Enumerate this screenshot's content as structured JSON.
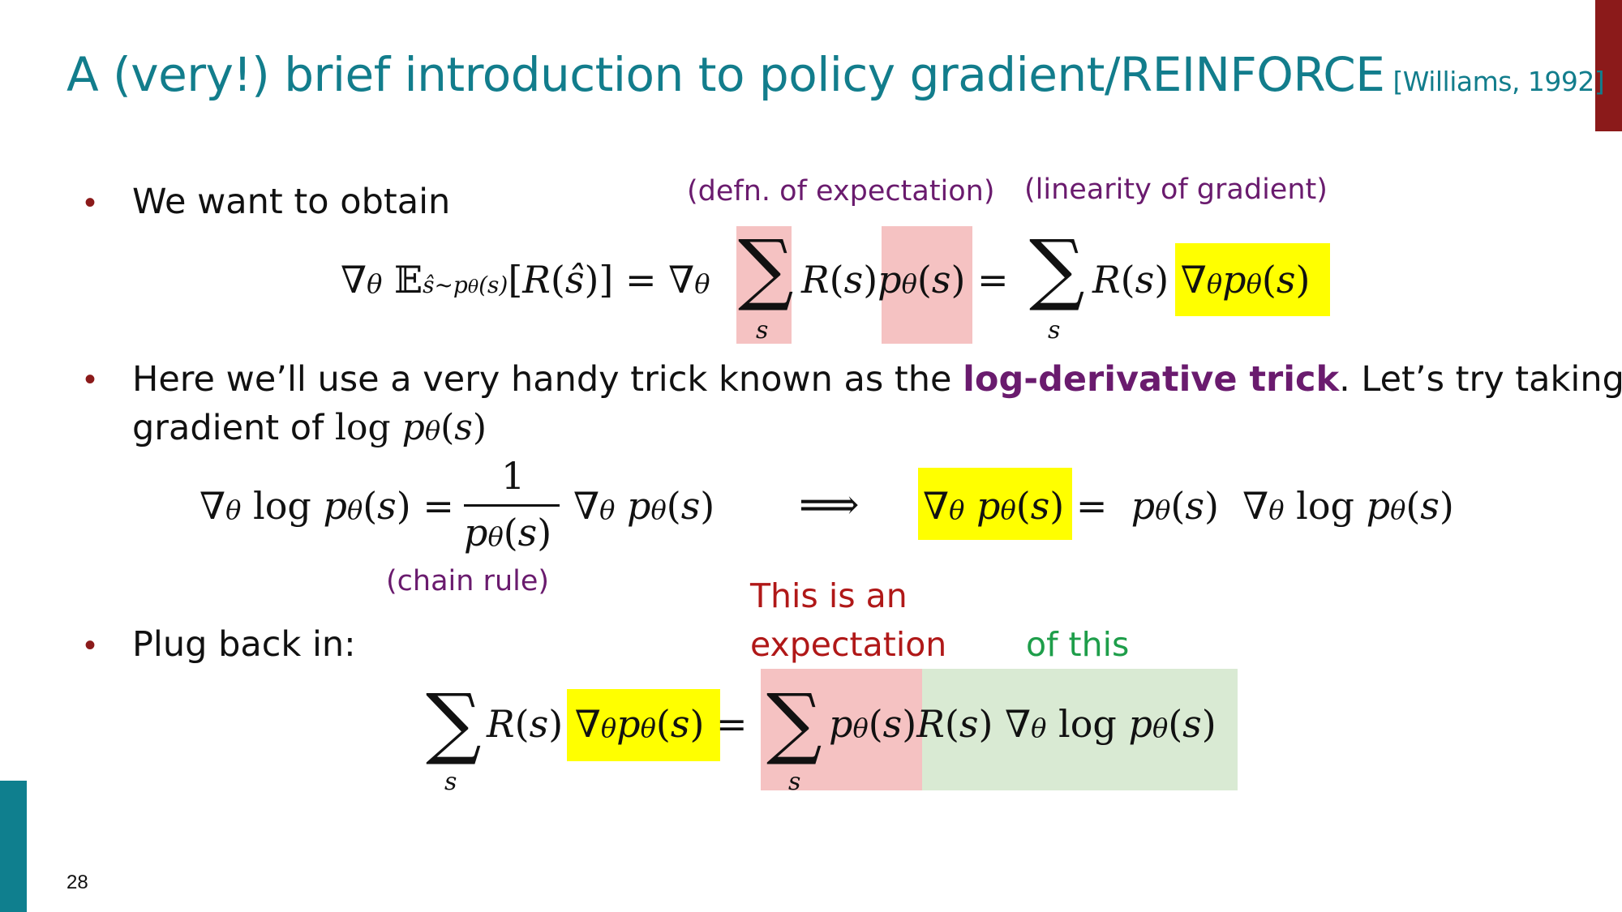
{
  "slide": {
    "title": "A (very!) brief introduction to policy gradient/REINFORCE",
    "citation": "[Williams, 1992]",
    "page_number": "28",
    "accent_colors": {
      "title": "#127d8c",
      "right_bar": "#8b1a1a",
      "left_bar": "#0f7f8e",
      "highlight_pink": "#f5c2c2",
      "highlight_yellow": "#ffff00",
      "highlight_green": "#d9ead3"
    }
  },
  "bullets": {
    "b1": "We want to obtain",
    "b2_pre": "Here we’ll use a very handy trick known as the ",
    "b2_bold": "log-derivative trick",
    "b2_post": ". Let’s try taking the",
    "b2_line2": "gradient of ",
    "b3": "Plug back in:"
  },
  "annotations": {
    "defn": "(defn. of expectation)",
    "linearity": "(linearity of gradient)",
    "chain": "(chain rule)",
    "expect_line1": "This is an",
    "expect_line2": "expectation",
    "of_this": "of this"
  },
  "equations": {
    "eq1_lhs": "∇θ 𝔼ŝ~pθ(s)[R(ŝ)] = ∇θ",
    "eq1_mid": "R(s)pθ(s) = ",
    "eq1_rhs": "R(s) ∇θpθ(s)",
    "eq2_lhs": "∇θ log pθ(s) = (1/pθ(s)) ∇θpθ(s)",
    "implies": "⟹",
    "eq2_rhs": "∇θpθ(s) = pθ(s) ∇θ log pθ(s)",
    "eq3": "Σs R(s) ∇θpθ(s) = Σs pθ(s) R(s) ∇θ log pθ(s)"
  }
}
